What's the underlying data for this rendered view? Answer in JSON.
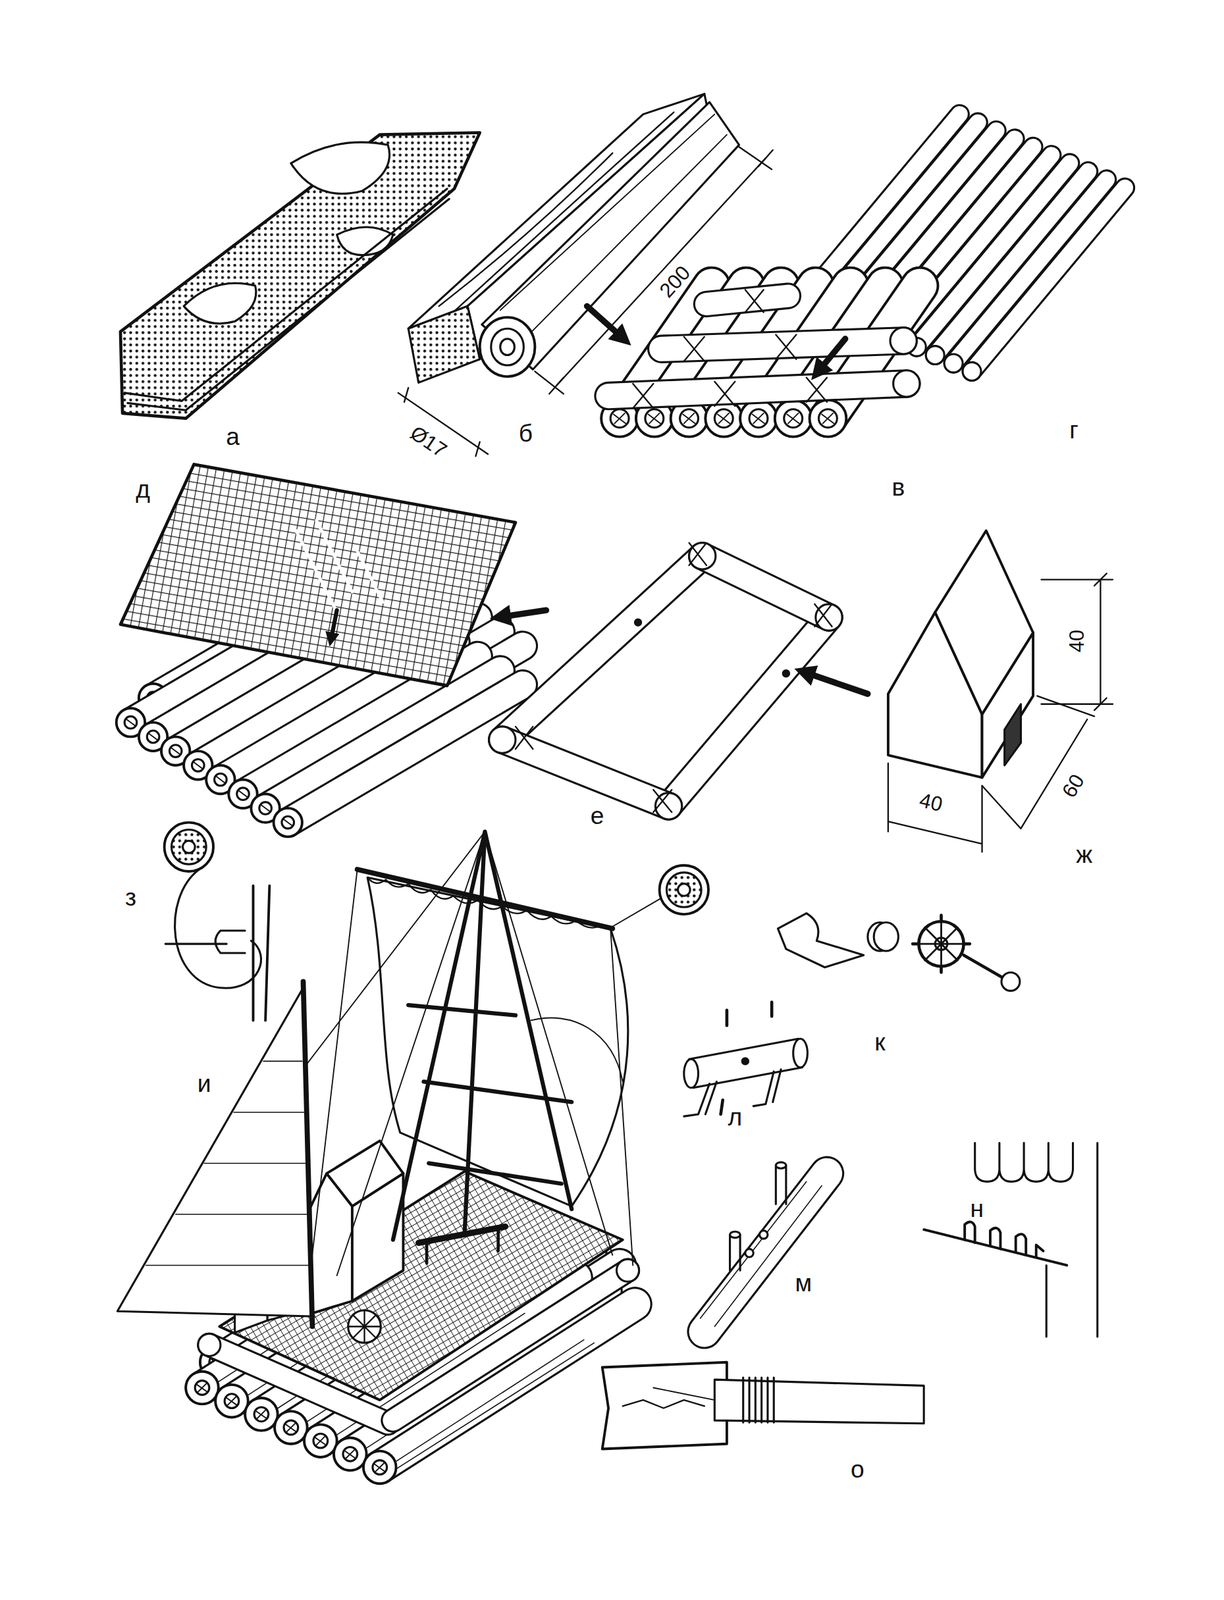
{
  "diagram": {
    "labels": [
      "а",
      "б",
      "200",
      "Ø17",
      "в",
      "г",
      "д",
      "е",
      "ж",
      "40",
      "60",
      "40",
      "з",
      "и",
      "к",
      "л",
      "м",
      "н",
      "о"
    ]
  }
}
